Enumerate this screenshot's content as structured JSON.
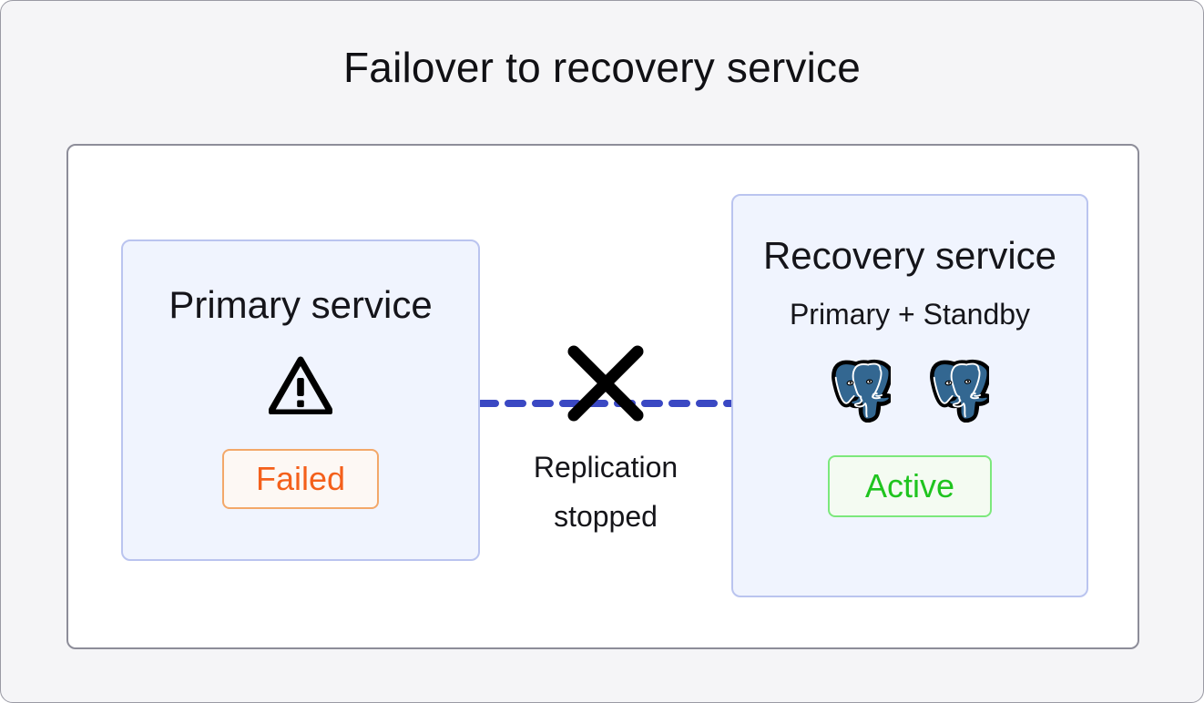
{
  "figure": {
    "title": "Failover to recovery service",
    "background_color": "#f5f5f7",
    "panel_color": "#ffffff",
    "panel_border_color": "#8d8d99"
  },
  "primary_node": {
    "title": "Primary service",
    "icon": "warning-triangle-icon",
    "status": "Failed",
    "status_text_color": "#f4601b",
    "status_border_color": "#f3a869",
    "box_fill_color": "#f0f4fe",
    "box_border_color": "#bac4ef"
  },
  "recovery_node": {
    "title": "Recovery service",
    "subtitle": "Primary + Standby",
    "instances": [
      {
        "icon": "postgresql-elephant-icon",
        "role": "Primary"
      },
      {
        "icon": "postgresql-elephant-icon",
        "role": "Standby"
      }
    ],
    "status": "Active",
    "status_text_color": "#1fc41f",
    "status_border_color": "#7ce87c",
    "box_fill_color": "#f0f4fe",
    "box_border_color": "#bac4ef"
  },
  "link": {
    "style": "dashed",
    "color": "#3a48c3",
    "broken": true,
    "break_icon": "x-cross-icon",
    "label_line1": "Replication",
    "label_line2": "stopped"
  }
}
